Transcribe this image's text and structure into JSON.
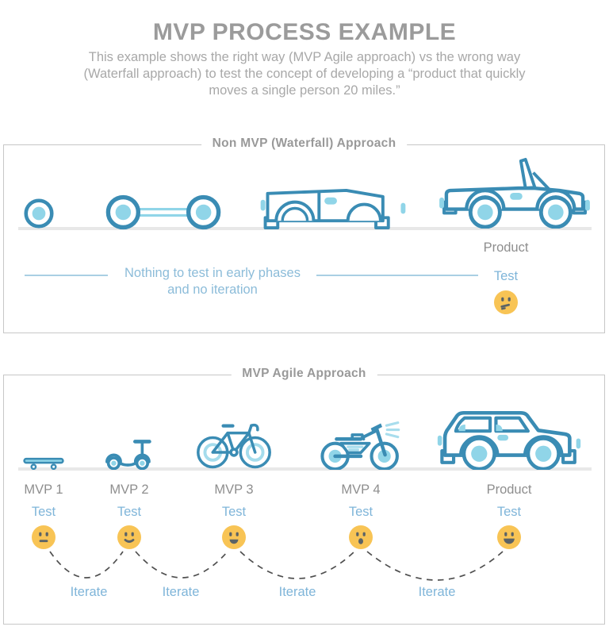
{
  "colors": {
    "outline_blue": "#3a8cb4",
    "fill_light_blue": "#90d5e8",
    "text_blue": "#7fb5d9",
    "title_gray": "#9b9b9b",
    "subtitle_gray": "#a8a8a8",
    "label_gray": "#8e8e8e",
    "emoji_yellow": "#f8c455",
    "emoji_features": "#5b6366",
    "ground_gray": "#e8e8e8",
    "panel_border": "#c7c7c7",
    "dash_gray": "#4f4f4f"
  },
  "header": {
    "title": "MVP PROCESS EXAMPLE",
    "subtitle_lines": [
      "This example shows the right way (MVP Agile approach) vs the wrong way",
      "(Waterfall approach) to test the concept of developing a “product that quickly",
      "moves a single person 20 miles.”"
    ]
  },
  "waterfall_panel": {
    "header": "Non MVP (Waterfall) Approach",
    "stages": [
      {
        "icon": "wheel"
      },
      {
        "icon": "wheels-with-axle"
      },
      {
        "icon": "car-body"
      },
      {
        "icon": "convertible-car"
      }
    ],
    "note_line1": "Nothing to test in early phases",
    "note_line2": "and no iteration",
    "product_label": "Product",
    "test_label": "Test",
    "emoji": "skeptical-face"
  },
  "agile_panel": {
    "header": "MVP Agile Approach",
    "stages": [
      {
        "label": "MVP 1",
        "test_label": "Test",
        "emoji": "neutral-face",
        "vehicle": "skateboard"
      },
      {
        "label": "MVP 2",
        "test_label": "Test",
        "emoji": "slight-smile-face",
        "vehicle": "scooter"
      },
      {
        "label": "MVP 3",
        "test_label": "Test",
        "emoji": "smile-face",
        "vehicle": "bicycle"
      },
      {
        "label": "MVP 4",
        "test_label": "Test",
        "emoji": "surprised-face",
        "vehicle": "motorcycle"
      },
      {
        "label": "Product",
        "test_label": "Test",
        "emoji": "grin-face",
        "vehicle": "suv-car"
      }
    ],
    "iterate_labels": [
      "Iterate",
      "Iterate",
      "Iterate",
      "Iterate"
    ]
  }
}
